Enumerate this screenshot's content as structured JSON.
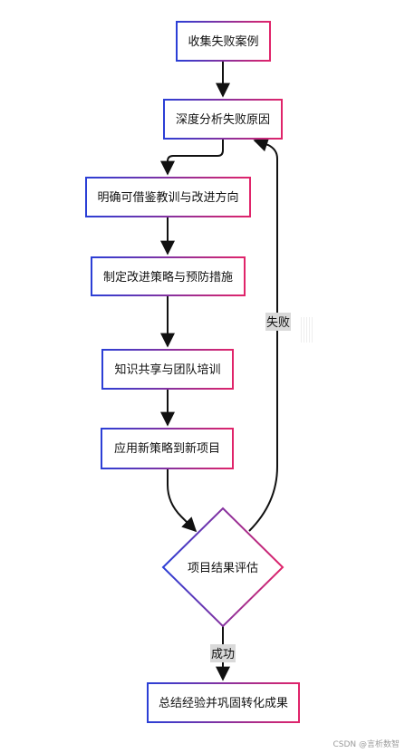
{
  "colors": {
    "gradient_start": "#2b3fd6",
    "gradient_end": "#e0246a",
    "stroke": "#111111"
  },
  "nodes": {
    "collect": "收集失败案例",
    "analyze": "深度分析失败原因",
    "lessons": "明确可借鉴教训与改进方向",
    "strategy": "制定改进策略与预防措施",
    "share": "知识共享与团队培训",
    "apply": "应用新策略到新项目",
    "evaluate": "项目结果评估",
    "summarize": "总结经验并巩固转化成果"
  },
  "edges": {
    "fail_label": "失败",
    "success_label": "成功"
  },
  "watermark": "CSDN @言析数智"
}
